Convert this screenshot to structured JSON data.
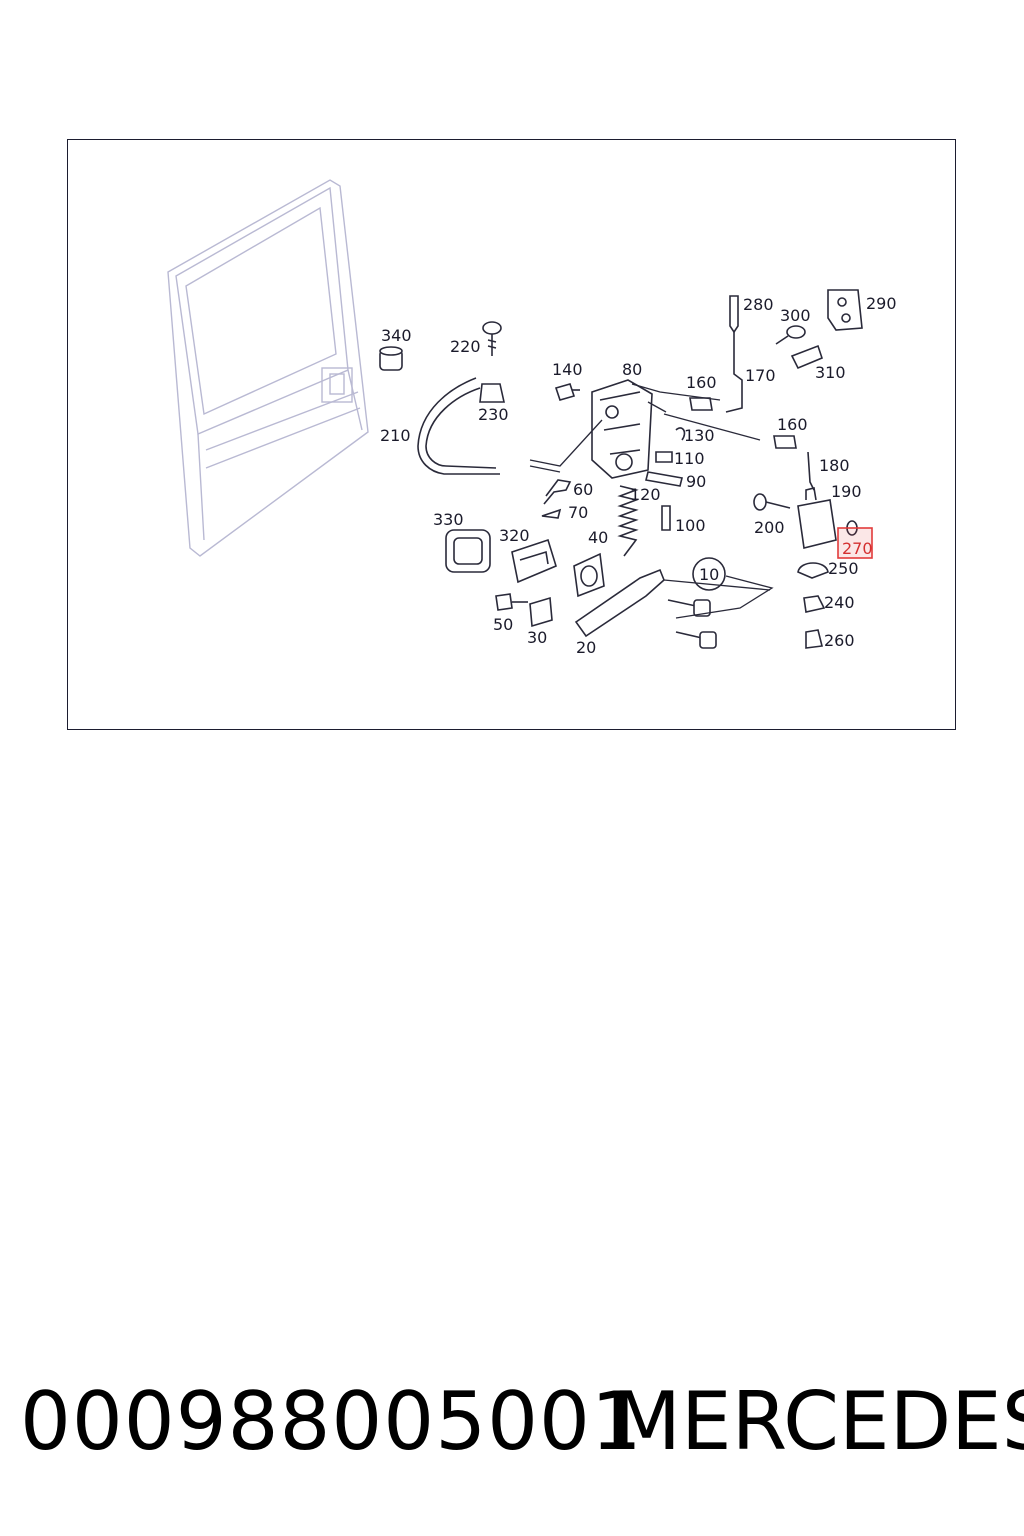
{
  "diagram": {
    "callouts": [
      "340",
      "220",
      "230",
      "210",
      "140",
      "80",
      "160",
      "170",
      "280",
      "300",
      "290",
      "310",
      "130",
      "110",
      "90",
      "120",
      "60",
      "70",
      "100",
      "160",
      "180",
      "190",
      "200",
      "270",
      "250",
      "240",
      "260",
      "330",
      "320",
      "40",
      "50",
      "30",
      "20",
      "10"
    ],
    "highlighted_callout": "270",
    "highlight_color": "#e23b3b"
  },
  "footer": {
    "part_number": "000988005001",
    "brand": "MERCEDES"
  }
}
